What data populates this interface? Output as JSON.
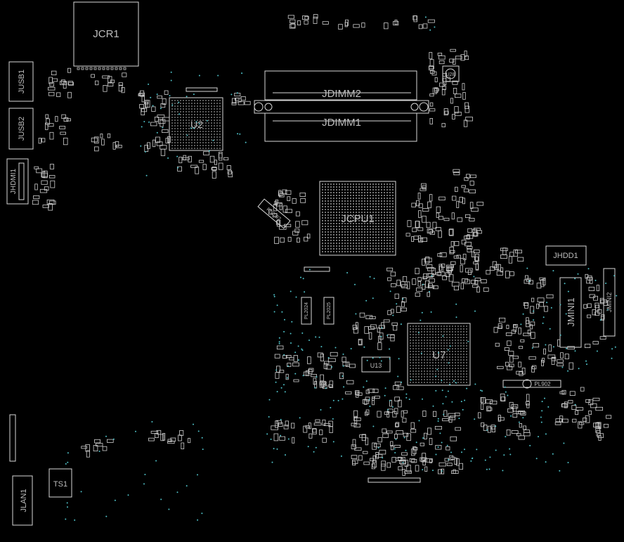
{
  "board": {
    "background": "#000000",
    "outline_color": "#d8d8d8",
    "label_color": "#bdbdbd",
    "via_color": "#4fc1c8"
  },
  "components": {
    "jcr1": "JCR1",
    "jusb1": "JUSB1",
    "jusb2": "JUSB2",
    "jhdmi1": "JHDMI1",
    "u2": "U2",
    "jdimm2": "JDIMM2",
    "jdimm1": "JDIMM1",
    "u28": "U28",
    "jcpu1": "JCPU1",
    "pl2007": "PL2007",
    "pl2024": "PL2024",
    "pl2025": "PL2025",
    "u7": "U7",
    "u13": "U13",
    "pl902": "PL902",
    "jhdd1": "JHDD1",
    "jmini1": "JMINI1",
    "jmini2": "JMINI2",
    "ts1": "TS1",
    "jlan1": "JLAN1"
  }
}
